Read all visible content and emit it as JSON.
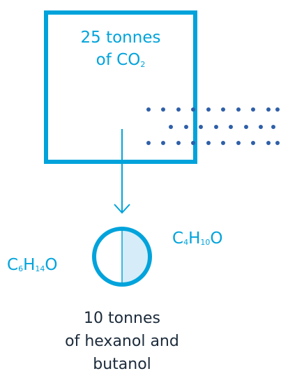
{
  "co2_box": {
    "line1": "25 tonnes",
    "line2_prefix": "of CO",
    "line2_sub": "2"
  },
  "formulas": {
    "left": {
      "c": "C",
      "c_sub": "6",
      "h": "H",
      "h_sub": "14",
      "o": "O"
    },
    "right": {
      "c": "C",
      "c_sub": "4",
      "h": "H",
      "h_sub": "10",
      "o": "O"
    }
  },
  "output": {
    "line1": "10 tonnes",
    "line2": "of hexanol and",
    "line3": "butanol"
  },
  "colors": {
    "accent": "#00a3db",
    "circle_fill": "#d6ecf8",
    "dots": "#2f5fa8",
    "text_dark": "#1b2a3a"
  },
  "output_split": {
    "hexanol_fraction": 0.5,
    "butanol_fraction": 0.5
  }
}
